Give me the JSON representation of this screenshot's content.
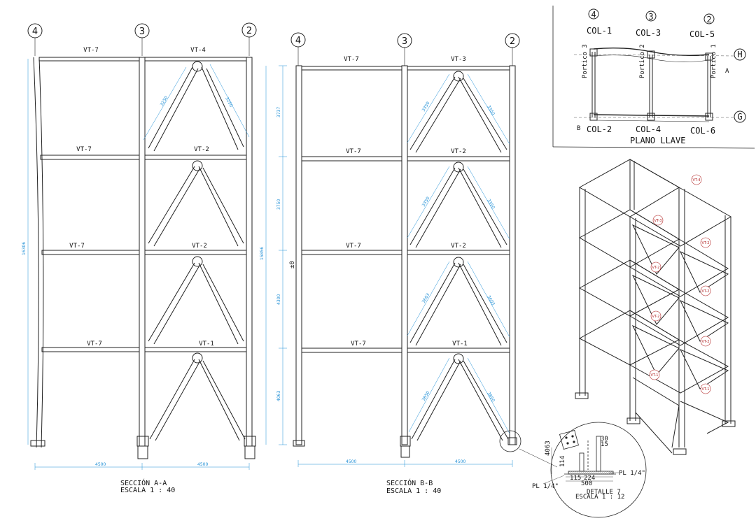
{
  "section_aa": {
    "axes": [
      "4",
      "3",
      "2"
    ],
    "beams_left": [
      "VT-7",
      "VT-7",
      "VT-7",
      "VT-7"
    ],
    "beams_right": [
      "VT-4",
      "VT-2",
      "VT-2",
      "VT-1"
    ],
    "brace_dims": [
      "3250",
      "3250"
    ],
    "total_height": "16306",
    "bay_dims": [
      "4500",
      "4500"
    ],
    "title": "SECCIÓN A-A",
    "scale": "ESCALA 1 : 40"
  },
  "section_bb": {
    "axes": [
      "4",
      "3",
      "2"
    ],
    "beams_left": [
      "VT-7",
      "VT-7",
      "VT-7",
      "VT-7"
    ],
    "beams_right": [
      "VT-3",
      "VT-2",
      "VT-2",
      "VT-1"
    ],
    "storey_dims": [
      "3737",
      "3750",
      "4300",
      "4063"
    ],
    "brace_dims": [
      "3350",
      "3350",
      "3350",
      "3350",
      "3603",
      "3603",
      "3850",
      "3850"
    ],
    "total_height": "15856",
    "level_mark": "±0",
    "bay_dims": [
      "4500",
      "4500"
    ],
    "title": "SECCIÓN B-B",
    "scale": "ESCALA 1 : 40"
  },
  "key_plan": {
    "axes": [
      "4",
      "3",
      "2"
    ],
    "rows": [
      "H",
      "G"
    ],
    "top_columns": [
      "COL-1",
      "COL-3",
      "COL-5"
    ],
    "bottom_columns": [
      "COL-2",
      "COL-4",
      "COL-6"
    ],
    "frames": [
      "Portico 3",
      "Portico 2",
      "Portico 1"
    ],
    "section_marks": [
      "A",
      "B"
    ],
    "title": "PLANO LLAVE"
  },
  "detail": {
    "dims": [
      "4063",
      "30",
      "15",
      "114",
      "115",
      "224",
      "500"
    ],
    "plates": [
      "PL 1/4\"",
      "PL 1/4\""
    ],
    "title": "DETALLE 7",
    "scale": "ESCALA 1 : 12"
  },
  "iso": {
    "tags": [
      "VT-4",
      "VT-3",
      "VT-2",
      "VT-2",
      "VT-2",
      "VT-2",
      "VT-2",
      "VT-1",
      "VT-1"
    ]
  },
  "colors": {
    "line": "#222222",
    "dimension": "#1f8fd6",
    "tag": "#b02020"
  }
}
